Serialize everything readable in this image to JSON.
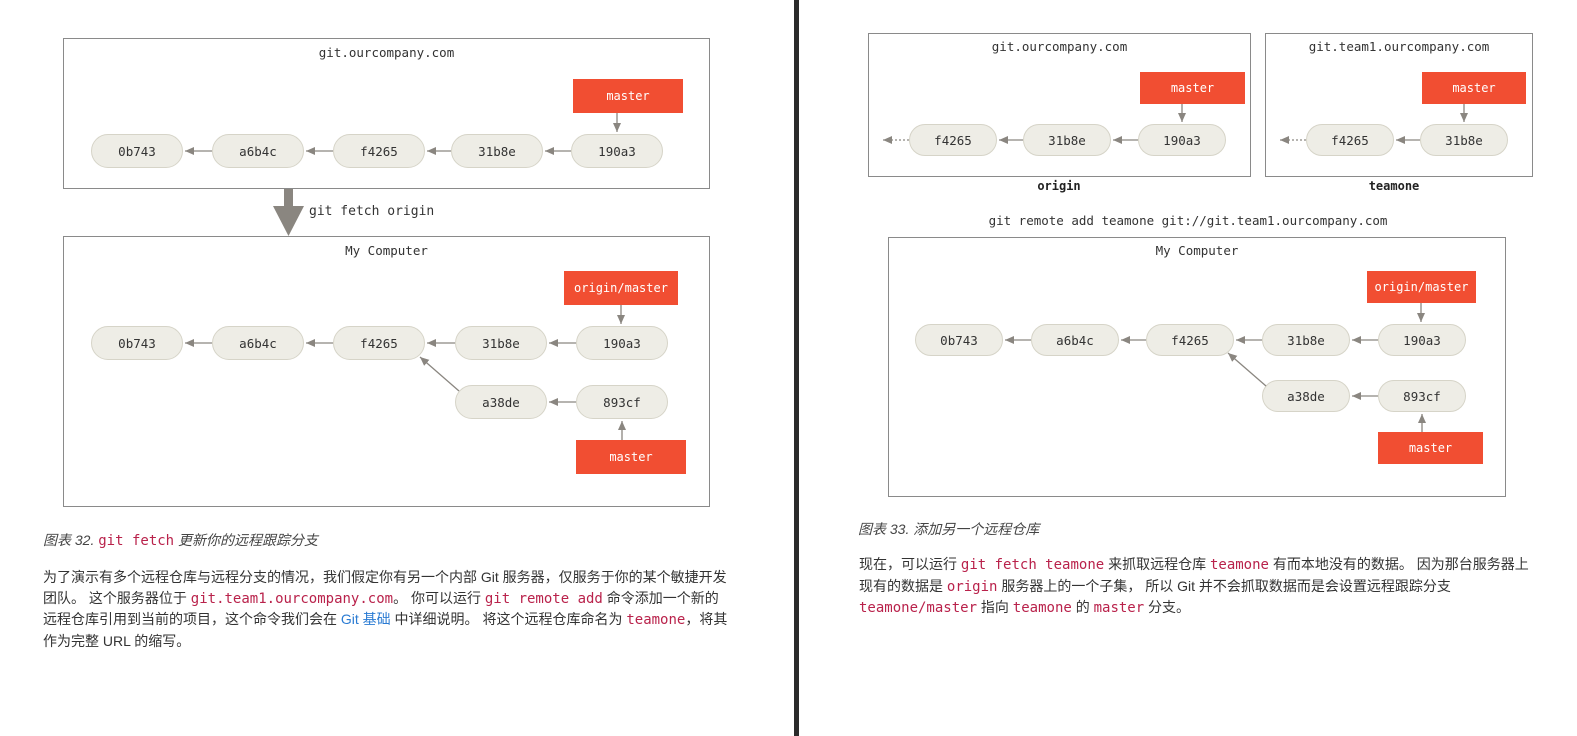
{
  "left": {
    "figure32": {
      "server_title": "git.ourcompany.com",
      "server_commits": [
        "0b743",
        "a6b4c",
        "f4265",
        "31b8e",
        "190a3"
      ],
      "server_branch": "master",
      "fetch_label": "git fetch origin",
      "local_title": "My Computer",
      "local_commits": [
        "0b743",
        "a6b4c",
        "f4265",
        "31b8e",
        "190a3"
      ],
      "local_branch_commits": [
        "a38de",
        "893cf"
      ],
      "origin_master_branch": "origin/master",
      "local_master_branch": "master"
    },
    "caption": {
      "prefix": "图表 32. ",
      "code": "git fetch",
      "suffix": " 更新你的远程跟踪分支"
    },
    "paragraph": {
      "t1": "为了演示有多个远程仓库与远程分支的情况，我们假定你有另一个内部 Git 服务器，仅服务于你的某个敏捷开发团队。 这个服务器位于 ",
      "c1": "git.team1.ourcompany.com",
      "t2": "。 你可以运行 ",
      "c2": "git remote add",
      "t3": " 命令添加一个新的远程仓库引用到当前的项目，这个命令我们会在 ",
      "link": "Git 基础",
      "t4": " 中详细说明。 将这个远程仓库命名为 ",
      "c3": "teamone",
      "t5": "，将其作为完整 URL 的缩写。"
    }
  },
  "right": {
    "figure33": {
      "origin_title": "git.ourcompany.com",
      "origin_commits": [
        "f4265",
        "31b8e",
        "190a3"
      ],
      "origin_branch": "master",
      "origin_label": "origin",
      "team_title": "git.team1.ourcompany.com",
      "team_commits": [
        "f4265",
        "31b8e"
      ],
      "team_branch": "master",
      "team_label": "teamone",
      "command": "git remote add teamone git://git.team1.ourcompany.com",
      "local_title": "My Computer",
      "local_commits": [
        "0b743",
        "a6b4c",
        "f4265",
        "31b8e",
        "190a3"
      ],
      "local_branch_commits": [
        "a38de",
        "893cf"
      ],
      "origin_master_branch": "origin/master",
      "local_master_branch": "master"
    },
    "caption": {
      "text": "图表 33. 添加另一个远程仓库"
    },
    "paragraph": {
      "t1": "现在，可以运行 ",
      "c1": "git fetch teamone",
      "t2": " 来抓取远程仓库 ",
      "c2": "teamone",
      "t3": " 有而本地没有的数据。 因为那台服务器上现有的数据是 ",
      "c3": "origin",
      "t4": " 服务器上的一个子集， 所以 Git 并不会抓取数据而是会设置远程跟踪分支 ",
      "c4": "teamone/master",
      "t5": " 指向 ",
      "c5": "teamone",
      "t6": " 的 ",
      "c6": "master",
      "t7": " 分支。"
    }
  },
  "colors": {
    "branch_red": "#f14e32",
    "commit_fill": "#eeede6",
    "arrow_gray": "#8a8680",
    "code_red": "#b9224b",
    "link_blue": "#2a7bd3"
  }
}
